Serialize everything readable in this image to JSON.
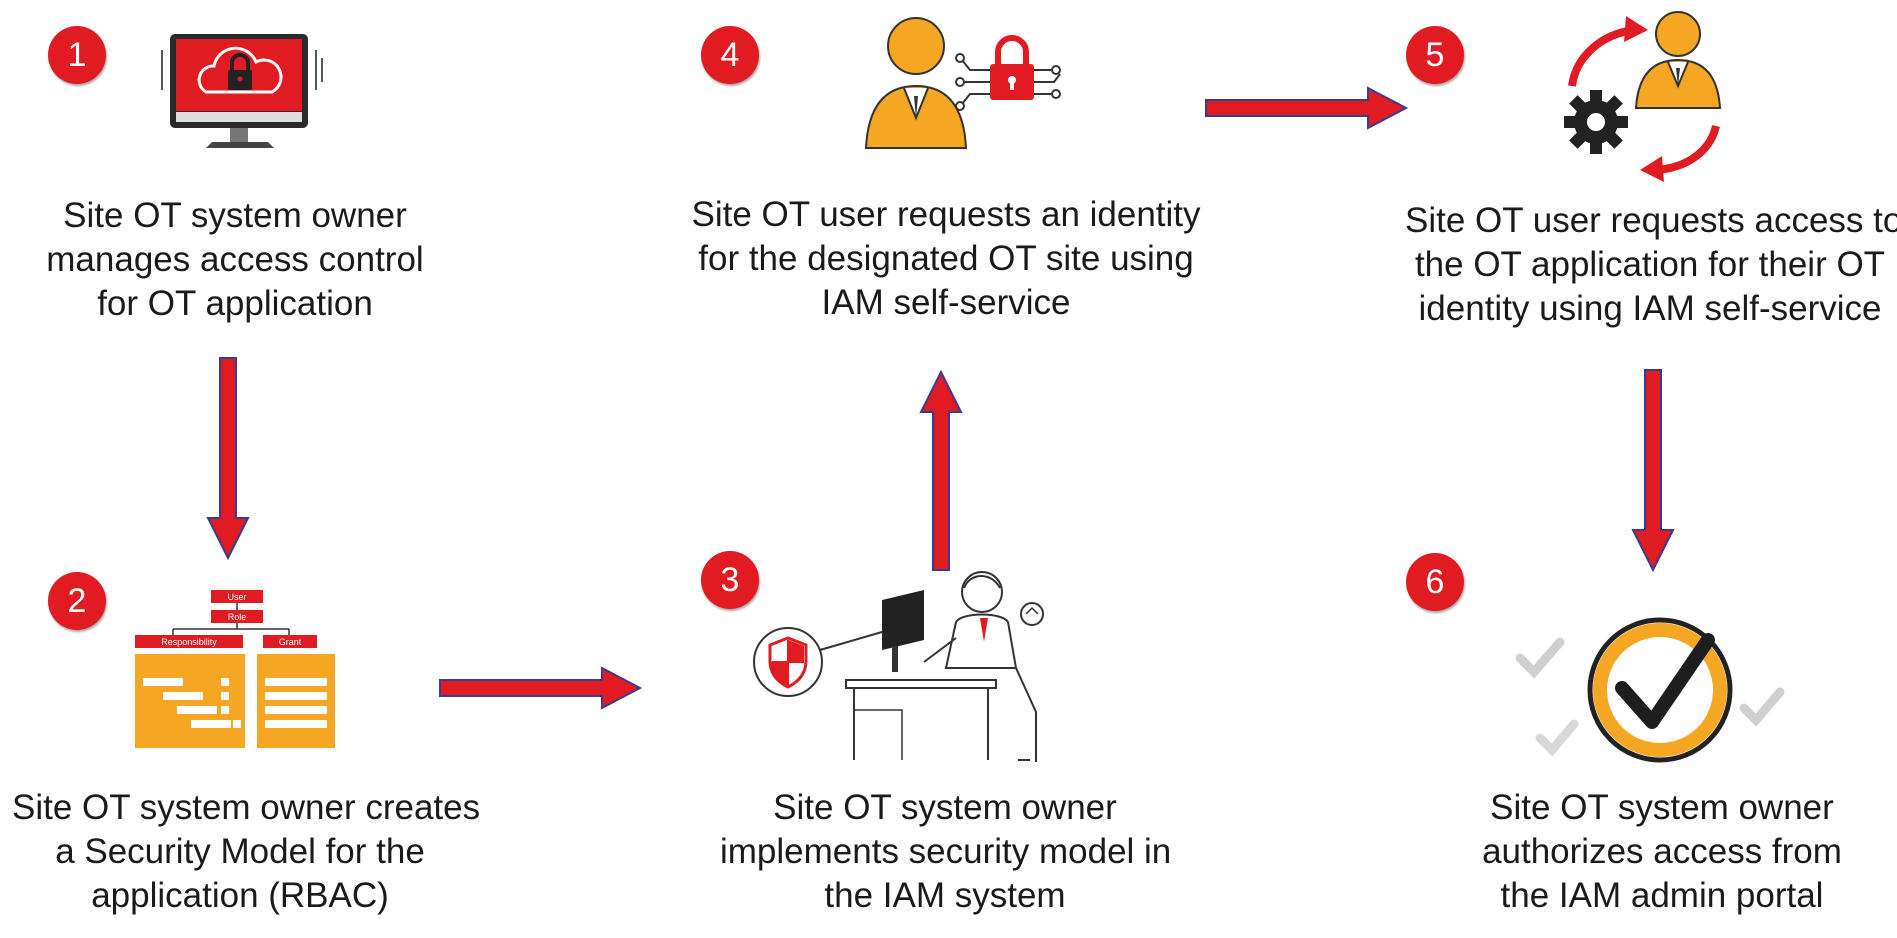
{
  "steps": [
    {
      "number": "1",
      "lines": [
        "Site OT system owner",
        "manages access control",
        "for OT application"
      ]
    },
    {
      "number": "2",
      "lines": [
        "Site OT system owner creates",
        "a Security Model for the",
        "application (RBAC)"
      ]
    },
    {
      "number": "3",
      "lines": [
        "Site OT system owner",
        "implements security model in",
        "the IAM system"
      ]
    },
    {
      "number": "4",
      "lines": [
        "Site OT user requests an identity",
        "for the designated OT site using",
        "IAM self-service"
      ]
    },
    {
      "number": "5",
      "lines": [
        "Site OT user requests access to",
        "the OT application for their OT",
        "identity using IAM self-service"
      ]
    },
    {
      "number": "6",
      "lines": [
        "Site OT system owner",
        "authorizes access from",
        "the IAM admin portal"
      ]
    }
  ],
  "rbac_chart": {
    "user": "User",
    "role": "Role",
    "responsibility": "Responsibility",
    "grant": "Grant"
  },
  "colors": {
    "accent": "#e11b22",
    "orange": "#f5a623",
    "arrow": "#e11b22"
  },
  "icons": {
    "step1": "monitor-lock-icon",
    "step2": "rbac-chart-icon",
    "step3": "admin-at-desk-icon",
    "step4": "user-lock-icon",
    "step5": "user-gear-cycle-icon",
    "step6": "checkmark-approval-icon"
  }
}
